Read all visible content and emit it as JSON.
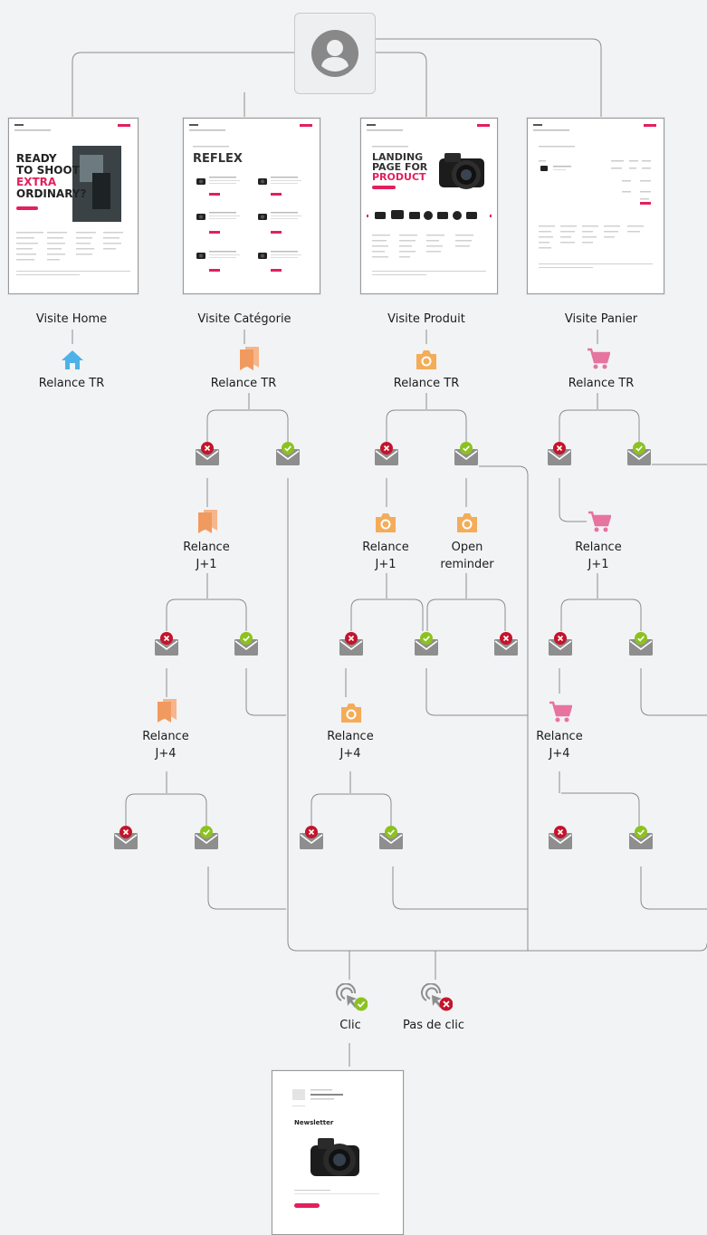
{
  "colors": {
    "line": "#8c8c8c",
    "envelope": "#8e8e8e",
    "success": "#8cc21f",
    "fail": "#c4142c",
    "home_icon": "#4db2e8",
    "category_icon": "#f19a5f",
    "product_icon": "#f4ac59",
    "cart_icon": "#e6749f",
    "brand_pink": "#e3205c"
  },
  "root": {
    "icon": "user-avatar-icon"
  },
  "pages": {
    "home": {
      "label": "Visite Home",
      "relance": "Relance TR",
      "icon": "home-icon",
      "headline": [
        "READY",
        "TO SHOOT",
        "EXTRA",
        "ORDINARY?"
      ]
    },
    "category": {
      "label": "Visite Catégorie",
      "relance": "Relance TR",
      "icon": "bookmark-icon",
      "headline": "REFLEX"
    },
    "product": {
      "label": "Visite Produit",
      "relance": "Relance TR",
      "icon": "camera-icon",
      "headline": [
        "LANDING",
        "PAGE FOR",
        "PRODUCT"
      ]
    },
    "cart": {
      "label": "Visite Panier",
      "relance": "Relance TR",
      "icon": "cart-icon"
    }
  },
  "flow": {
    "category_j1": "Relance\nJ+1",
    "category_j4": "Relance\nJ+4",
    "product_j1": "Relance\nJ+1",
    "product_open_reminder": "Open\nreminder",
    "product_j4": "Relance\nJ+4",
    "cart_j1": "Relance\nJ+1",
    "cart_j4": "Relance\nJ+4"
  },
  "outcomes": {
    "clic": "Clic",
    "pas_de_clic": "Pas de clic"
  },
  "newsletter": {
    "title": "Newsletter"
  }
}
